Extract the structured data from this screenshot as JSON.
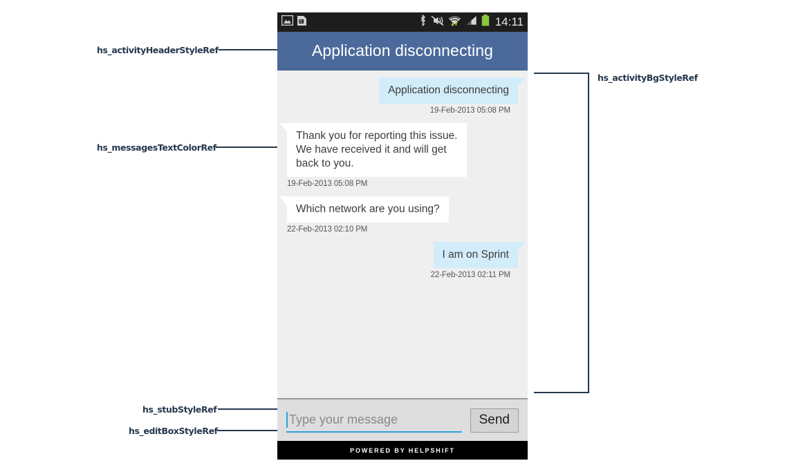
{
  "statusbar": {
    "icons_left": [
      "image-icon",
      "sim-card-alert-icon"
    ],
    "icons_right": [
      "bluetooth-icon",
      "vibrate-mute-icon",
      "wifi-data-icon",
      "signal-bars-icon",
      "battery-icon"
    ],
    "clock": "14:11"
  },
  "header": {
    "title": "Application disconnecting",
    "bg_color": "#4b6a9b",
    "text_color": "#ffffff"
  },
  "conversation": {
    "bg_color": "#efefef",
    "user_bubble_color": "#d3ecfa",
    "agent_bubble_color": "#ffffff",
    "messages": [
      {
        "side": "right",
        "author": "user",
        "text": "Application disconnecting",
        "timestamp": "19-Feb-2013 05:08 PM"
      },
      {
        "side": "left",
        "author": "agent",
        "text": "Thank you for reporting this issue. We have received it and will get back to you.",
        "timestamp": "19-Feb-2013 05:08 PM"
      },
      {
        "side": "left",
        "author": "agent",
        "text": "Which network are you using?",
        "timestamp": "22-Feb-2013 02:10 PM"
      },
      {
        "side": "right",
        "author": "user",
        "text": "I am on Sprint",
        "timestamp": "22-Feb-2013 02:11 PM"
      }
    ]
  },
  "stub": {
    "input_value": "",
    "input_placeholder": "Type your message",
    "send_label": "Send",
    "accent_color": "#2b9fe0"
  },
  "footer": {
    "powered_by": "POWERED BY HELPSHIFT"
  },
  "annotations": {
    "color": "#24374d",
    "left": [
      {
        "label": "hs_activityHeaderStyleRef"
      },
      {
        "label": "hs_messagesTextColorRef"
      },
      {
        "label": "hs_stubStyleRef"
      },
      {
        "label": "hs_editBoxStyleRef"
      }
    ],
    "right": [
      {
        "label": "hs_activityBgStyleRef"
      }
    ]
  }
}
